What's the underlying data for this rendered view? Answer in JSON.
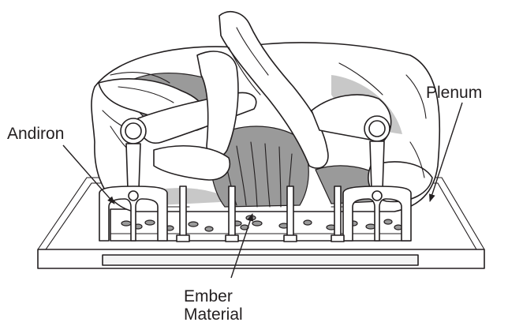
{
  "labels": {
    "andiron": "Andiron",
    "plenum": "Plenum",
    "ember_line1": "Ember",
    "ember_line2": "Material"
  },
  "colors": {
    "line": "#231f20",
    "shade_dark": "#9a9a9a",
    "shade_light": "#c8c8c8",
    "background": "#ffffff"
  }
}
